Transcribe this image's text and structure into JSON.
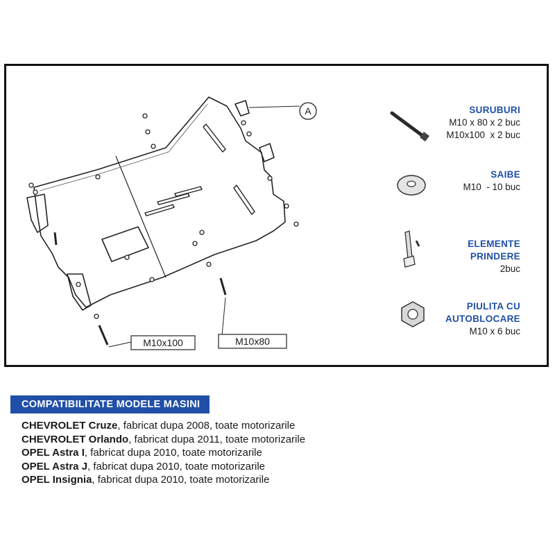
{
  "diagram": {
    "callout_letter": "A",
    "bolt_labels": [
      "M10x100",
      "M10x80"
    ]
  },
  "legend": {
    "bolts": {
      "title": "SURUBURI",
      "lines": [
        "M10 x 80 x 2 buc",
        "M10x100  x 2 buc"
      ]
    },
    "washers": {
      "title": "SAIBE",
      "lines": [
        "M10  - 10 buc"
      ]
    },
    "fasteners": {
      "title_lines": [
        "ELEMENTE",
        "PRINDERE"
      ],
      "lines": [
        "2buc"
      ]
    },
    "nuts": {
      "title_lines": [
        "PIULITA CU",
        "AUTOBLOCARE"
      ],
      "lines": [
        "M10 x 6 buc"
      ]
    }
  },
  "compatibility": {
    "heading": "COMPATIBILITATE MODELE MASINI",
    "models": [
      {
        "brand_model": "CHEVROLET Cruze",
        "details": ", fabricat dupa 2008, toate motorizarile"
      },
      {
        "brand_model": "CHEVROLET Orlando",
        "details": ", fabricat dupa 2011, toate motorizarile"
      },
      {
        "brand_model": "OPEL Astra I",
        "details": ", fabricat dupa 2010, toate motorizarile"
      },
      {
        "brand_model": "OPEL Astra J",
        "details": ", fabricat dupa 2010, toate motorizarile"
      },
      {
        "brand_model": "OPEL Insignia",
        "details": ", fabricat dupa 2010, toate motorizarile"
      }
    ]
  },
  "colors": {
    "accent": "#1f4fa8",
    "frame": "#111111",
    "text": "#1a1a1a"
  }
}
